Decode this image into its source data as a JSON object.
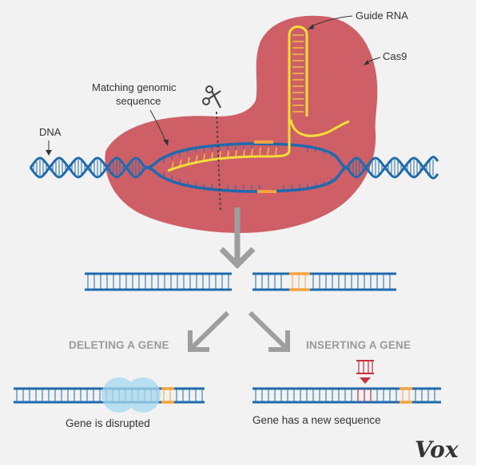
{
  "labels": {
    "guide_rna": "Guide RNA",
    "cas9": "Cas9",
    "matching_line1": "Matching genomic",
    "matching_line2": "sequence",
    "dna": "DNA"
  },
  "outcomes": {
    "deleting": "DELETING A GENE",
    "inserting": "INSERTING A GENE",
    "disrupted": "Gene is disrupted",
    "new_sequence": "Gene has a new sequence"
  },
  "brand": "Vox",
  "colors": {
    "background": "#f2f2f2",
    "cas9": "#cf5f66",
    "dna": "#1f6aad",
    "guide_rna": "#f5de3a",
    "orange": "#f5a340",
    "blue_blob": "#a6d8ef",
    "insert_red": "#c72f3f",
    "arrow_gray": "#9e9e9e"
  }
}
